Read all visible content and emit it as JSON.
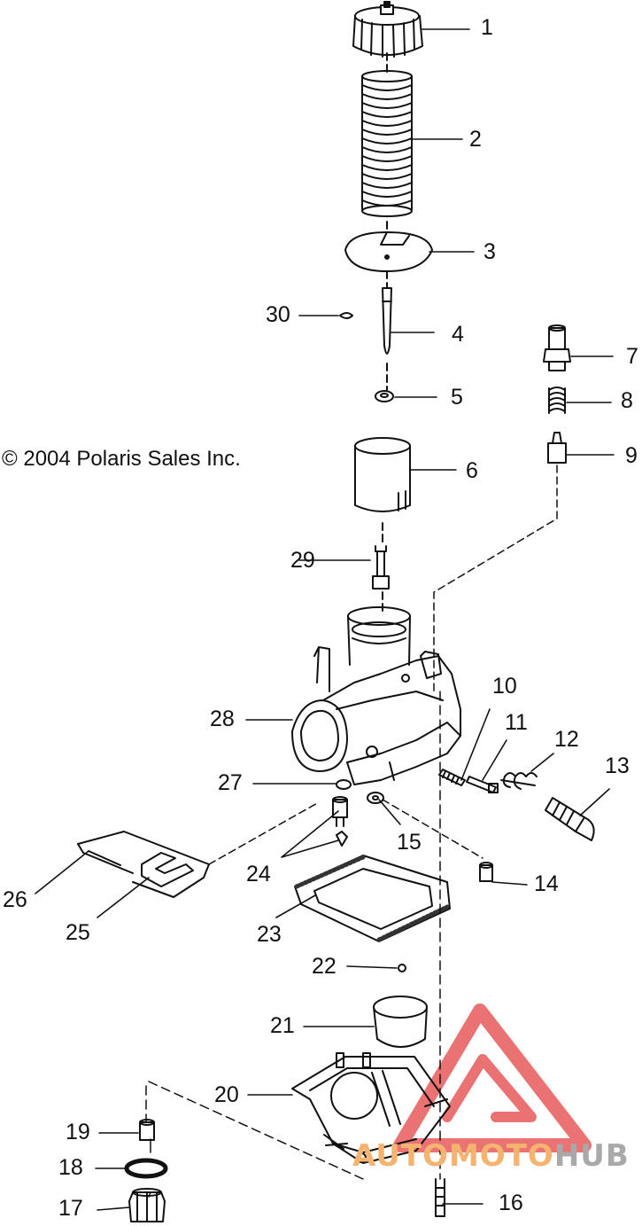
{
  "copyright": "© 2004 Polaris Sales Inc.",
  "watermark": {
    "part1": "AUTOMOTO",
    "part2": "HUB",
    "color_part1": "#f4b470",
    "color_part2": "#a9a9a9",
    "logo_color": "#e85a5a"
  },
  "callouts": [
    "1",
    "2",
    "3",
    "4",
    "5",
    "6",
    "7",
    "8",
    "9",
    "10",
    "11",
    "12",
    "13",
    "14",
    "15",
    "16",
    "17",
    "18",
    "19",
    "20",
    "21",
    "22",
    "23",
    "24",
    "25",
    "26",
    "27",
    "28",
    "29",
    "30"
  ]
}
